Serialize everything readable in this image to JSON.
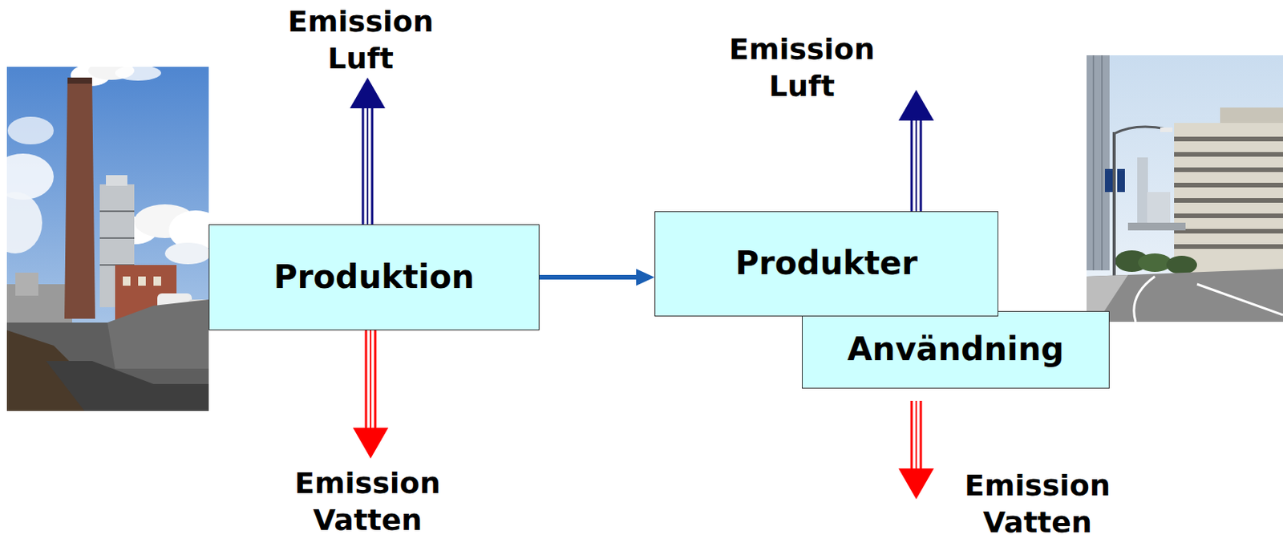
{
  "diagram": {
    "nodes": [
      {
        "text": [
          "Produktion"
        ]
      },
      {
        "text": [
          "Produkter"
        ]
      },
      {
        "text": [
          "Användning"
        ]
      }
    ],
    "edges": [
      {
        "from": 0,
        "to": 1,
        "arrow": "to"
      }
    ],
    "labels": [
      "Emission Luft",
      "Emission Vatten",
      "Emission Luft",
      "Emission Vatten"
    ]
  }
}
